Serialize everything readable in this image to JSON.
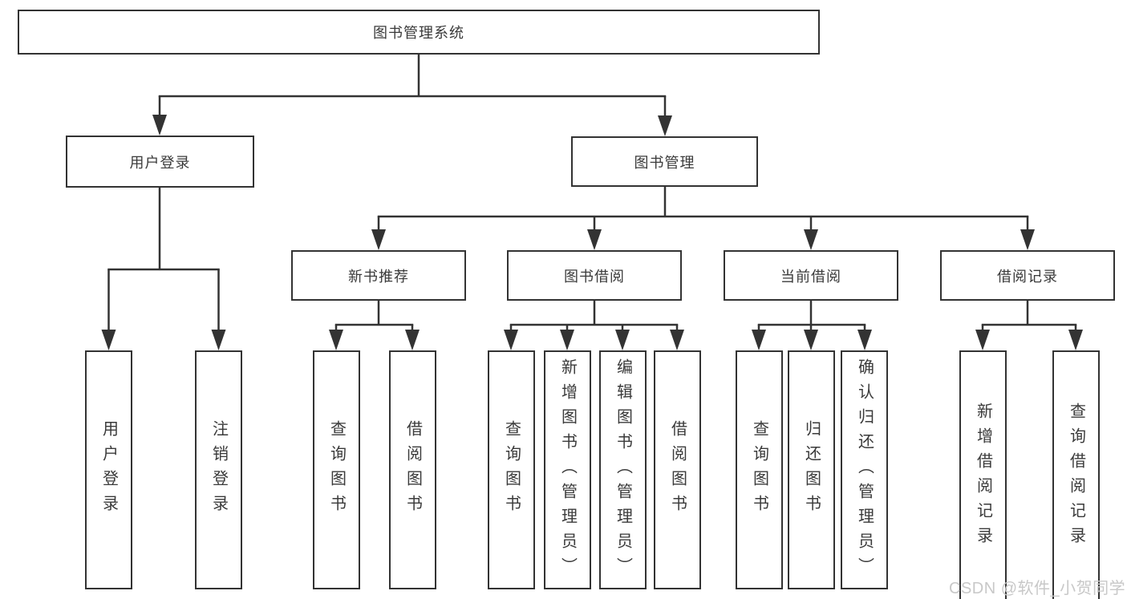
{
  "diagram": {
    "title": "图书管理系统",
    "root": "图书管理系统",
    "level2": {
      "user_login": "用户登录",
      "book_mgmt": "图书管理"
    },
    "level3": {
      "new_books": "新书推荐",
      "book_borrow": "图书借阅",
      "current_borrow": "当前借阅",
      "borrow_records": "借阅记录"
    },
    "leaves": {
      "login_user": "用户登录",
      "logout": "注销登录",
      "nb_query": "查询图书",
      "nb_borrow": "借阅图书",
      "bb_query": "查询图书",
      "bb_add": "新增图书（管理员）",
      "bb_edit": "编辑图书（管理员）",
      "bb_borrow": "借阅图书",
      "cb_query": "查询图书",
      "cb_return": "归还图书",
      "cb_confirm": "确认归还（管理员）",
      "br_add": "新增借阅记录",
      "br_query": "查询借阅记录"
    }
  },
  "watermark": "CSDN @软件_小贺同学",
  "colors": {
    "line": "#333333",
    "text": "#3a3a3a",
    "background": "#ffffff",
    "watermark": "#c8c8c8"
  }
}
